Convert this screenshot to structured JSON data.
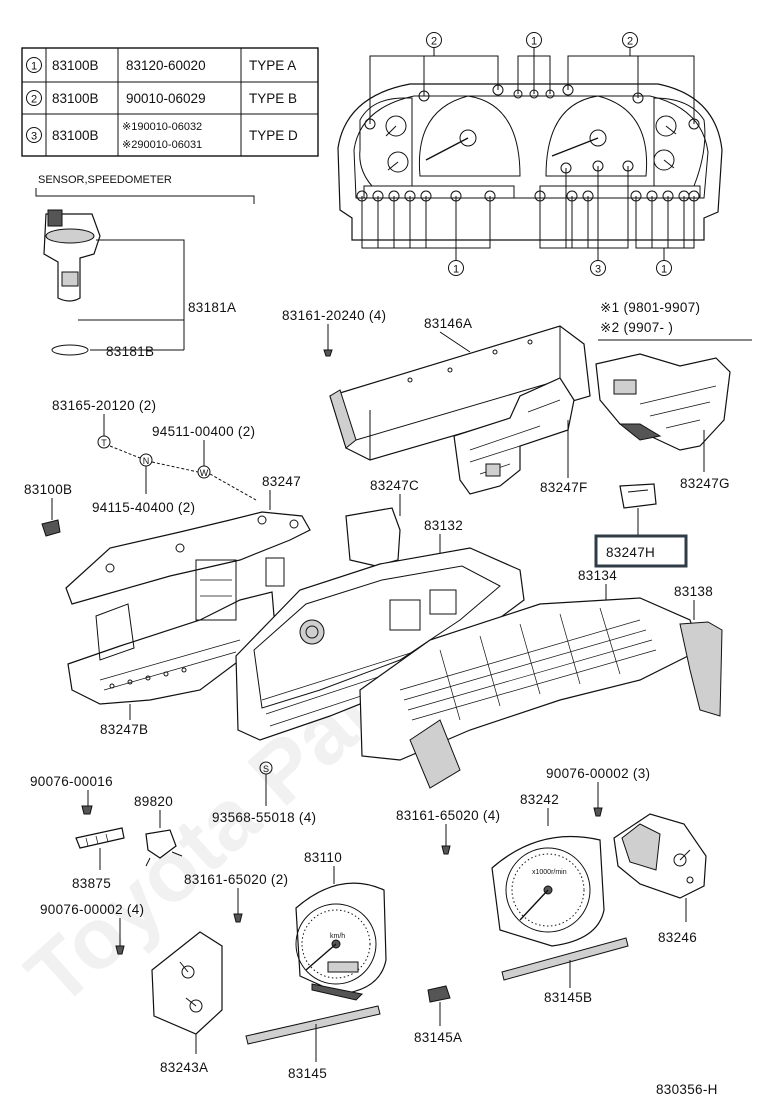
{
  "table": {
    "rows": [
      {
        "num": "1",
        "part": "83100B",
        "code": "83120-60020",
        "type": "TYPE A"
      },
      {
        "num": "2",
        "part": "83100B",
        "code": "90010-06029",
        "type": "TYPE B"
      },
      {
        "num": "3",
        "part": "83100B",
        "code1": "※190010-06032",
        "code2": "※290010-06031",
        "type": "TYPE D"
      }
    ]
  },
  "legend": {
    "line1": "※1 (9801-9907)",
    "line2": "※2 (9907-      )"
  },
  "sensor_title": "SENSOR,SPEEDOMETER",
  "callouts": {
    "c1": "1",
    "c2": "2",
    "c3": "3",
    "n": "N",
    "w": "W",
    "t": "T",
    "s": "S"
  },
  "labels": {
    "p83181A": "83181A",
    "p83181B": "83181B",
    "p83161_20240": "83161-20240 (4)",
    "p83146A": "83146A",
    "p83165_20120": "83165-20120 (2)",
    "p94511": "94511-00400 (2)",
    "p83100B": "83100B",
    "p94115": "94115-40400 (2)",
    "p83247": "83247",
    "p83247C": "83247C",
    "p83247F": "83247F",
    "p83247G": "83247G",
    "p83132": "83132",
    "p83247H": "83247H",
    "p83134": "83134",
    "p83138": "83138",
    "p83247B": "83247B",
    "p90076_00016": "90076-00016",
    "p89820": "89820",
    "p93568": "93568-55018 (4)",
    "p83161_65020_4": "83161-65020 (4)",
    "p83242": "83242",
    "p90076_00002_3": "90076-00002 (3)",
    "p83875": "83875",
    "p83161_65020_2": "83161-65020 (2)",
    "p83110": "83110",
    "p90076_00002_4": "90076-00002 (4)",
    "p83246": "83246",
    "p83145B": "83145B",
    "p83145A": "83145A",
    "p83243A": "83243A",
    "p83145": "83145",
    "diagram_code": "830356-H"
  },
  "gauge_text": {
    "kmh": "km/h",
    "rpm": "x1000r/min"
  },
  "watermark": "Toyota Parts"
}
